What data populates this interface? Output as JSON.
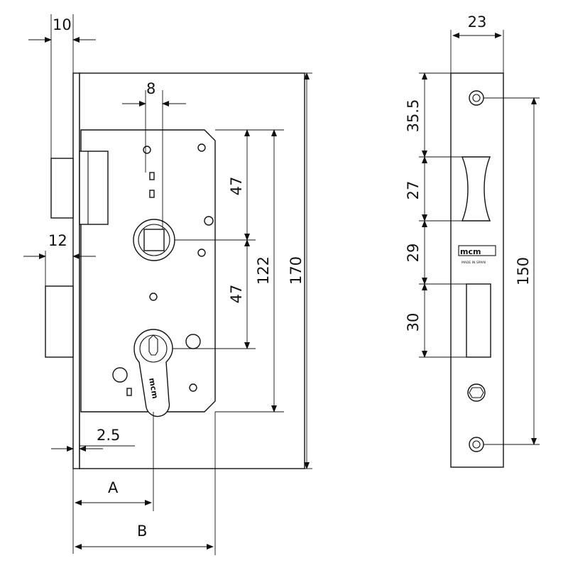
{
  "front_view": {
    "dimensions": {
      "faceplate_thickness": "10",
      "follower_width": "8",
      "bolt_thickness": "12",
      "spacing_top": "47",
      "spacing_bottom": "47",
      "inner_height": "122",
      "total_height": "170",
      "offset": "2.5",
      "backset_a": "A",
      "backset_b": "B"
    },
    "brand_mark": "mcm"
  },
  "side_view": {
    "dimensions": {
      "width": "23",
      "to_latch": "35.5",
      "latch_height": "27",
      "latch_to_bolt": "29",
      "bolt_height": "30",
      "screw_spacing": "150"
    },
    "brand_mark": "mcm",
    "origin_text": "MADE IN SPAIN"
  }
}
